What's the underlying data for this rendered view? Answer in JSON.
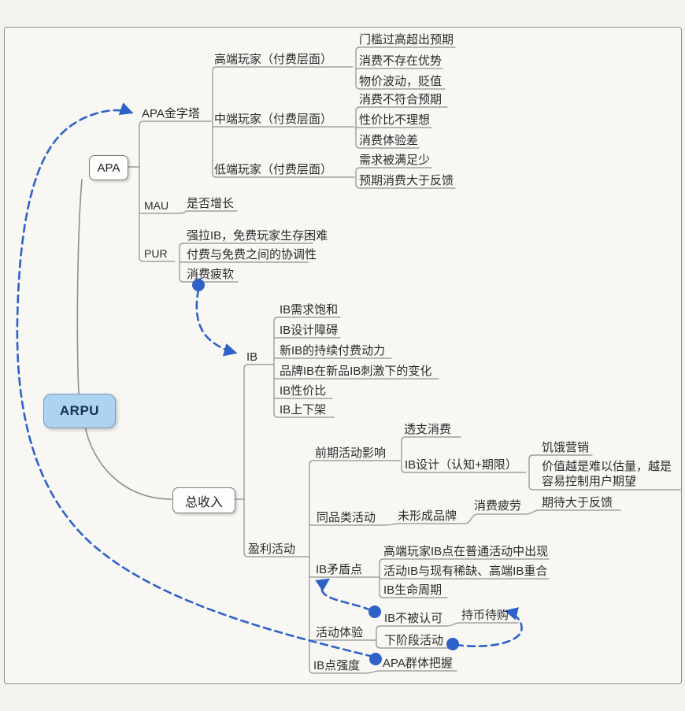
{
  "colors": {
    "accent": "#2e62c8",
    "root_fill": "#aed3f0",
    "line": "#8f8f8f"
  },
  "mindmap": {
    "root": "ARPU",
    "apa": {
      "label": "APA",
      "pyramid": {
        "label": "APA金字塔",
        "high": {
          "label": "高端玩家（付费层面）",
          "items": [
            "门槛过高超出预期",
            "消费不存在优势",
            "物价波动，贬值"
          ]
        },
        "mid": {
          "label": "中端玩家（付费层面）",
          "items": [
            "消费不符合预期",
            "性价比不理想",
            "消费体验差"
          ]
        },
        "low": {
          "label": "低端玩家（付费层面）",
          "items": [
            "需求被满足少",
            "预期消费大于反馈"
          ]
        }
      },
      "mau": {
        "label": "MAU",
        "items": [
          "是否增长"
        ]
      },
      "pur": {
        "label": "PUR",
        "items": [
          "强拉IB，免费玩家生存困难",
          "付费与免费之间的协调性",
          "消费疲软"
        ]
      }
    },
    "revenue": {
      "label": "总收入",
      "ib": {
        "label": "IB",
        "items": [
          "IB需求饱和",
          "IB设计障碍",
          "新IB的持续付费动力",
          "品牌IB在新品IB刺激下的变化",
          "IB性价比",
          "IB上下架"
        ]
      },
      "profit": {
        "label": "盈利活动",
        "early": {
          "label": "前期活动影响",
          "overdraft": "透支消费",
          "design": {
            "label": "IB设计（认知+期限）",
            "items": [
              "饥饿营销",
              "价值越是难以估量，越是容易控制用户期望"
            ]
          }
        },
        "same_category": {
          "label": "同品类活动",
          "chain": [
            "未形成品牌",
            "消费疲劳",
            "期待大于反馈"
          ]
        },
        "conflict": {
          "label": "IB矛盾点",
          "items": [
            "高端玩家IB点在普通活动中出现",
            "活动IB与现有稀缺、高端IB重合",
            "IB生命周期"
          ]
        },
        "experience": {
          "label": "活动体验",
          "not_recognized": "IB不被认可",
          "hold_money": "持币待购",
          "next_stage": "下阶段活动"
        },
        "strength": {
          "label": "IB点强度",
          "grasp": "APA群体把握"
        }
      }
    }
  }
}
